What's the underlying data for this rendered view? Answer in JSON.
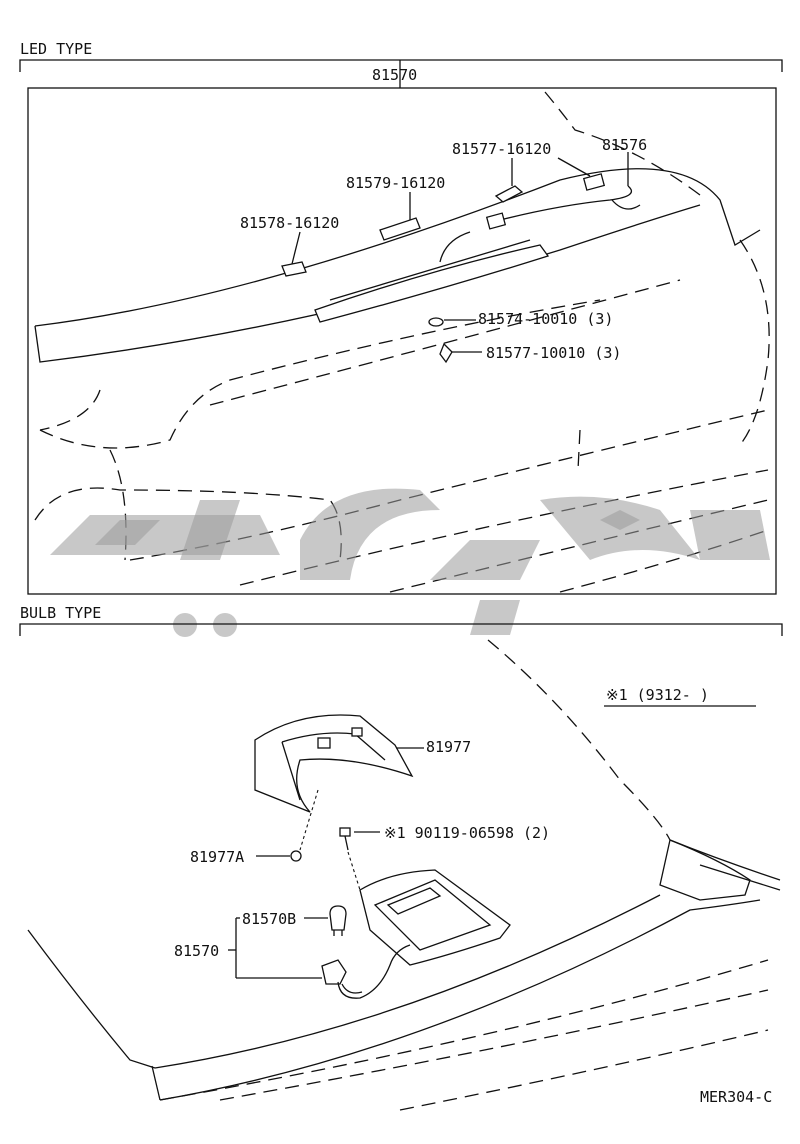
{
  "sections": {
    "led_type": "LED TYPE",
    "bulb_type": "BULB TYPE"
  },
  "led": {
    "assembly": "81570",
    "parts": {
      "p81577_16120": "81577-16120",
      "p81576": "81576",
      "p81579_16120": "81579-16120",
      "p81578_16120": "81578-16120",
      "p81574_10010": "81574-10010 (3)",
      "p81577_10010": "81577-10010 (3)"
    }
  },
  "bulb": {
    "note": "※1  (9312-       )",
    "parts": {
      "p81977": "81977",
      "p81977a": "81977A",
      "p90119": "※1  90119-06598 (2)",
      "p81570b": "81570B",
      "p81570": "81570"
    }
  },
  "figure_code": "MER304-C",
  "watermark": {
    "color": "#9a9a9a",
    "icon": "persian-logo-watermark"
  }
}
